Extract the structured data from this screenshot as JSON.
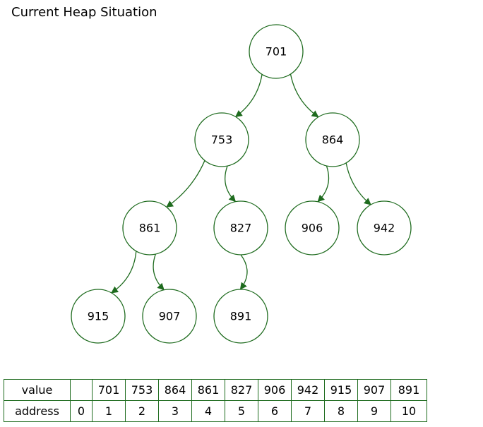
{
  "title": "Current Heap Situation",
  "colors": {
    "node_stroke": "#1e6b1e",
    "edge_stroke": "#1e6b1e",
    "table_border": "#1e6b1e"
  },
  "heap": {
    "nodes": [
      {
        "index": 1,
        "value": "701"
      },
      {
        "index": 2,
        "value": "753"
      },
      {
        "index": 3,
        "value": "864"
      },
      {
        "index": 4,
        "value": "861"
      },
      {
        "index": 5,
        "value": "827"
      },
      {
        "index": 6,
        "value": "906"
      },
      {
        "index": 7,
        "value": "942"
      },
      {
        "index": 8,
        "value": "915"
      },
      {
        "index": 9,
        "value": "907"
      },
      {
        "index": 10,
        "value": "891"
      }
    ],
    "edges": [
      {
        "from": 1,
        "to": 2
      },
      {
        "from": 1,
        "to": 3
      },
      {
        "from": 2,
        "to": 4
      },
      {
        "from": 2,
        "to": 5
      },
      {
        "from": 3,
        "to": 6
      },
      {
        "from": 3,
        "to": 7
      },
      {
        "from": 4,
        "to": 8
      },
      {
        "from": 4,
        "to": 9
      },
      {
        "from": 5,
        "to": 10
      }
    ]
  },
  "table": {
    "value_label": "value",
    "address_label": "address",
    "values": [
      "",
      "701",
      "753",
      "864",
      "861",
      "827",
      "906",
      "942",
      "915",
      "907",
      "891"
    ],
    "addresses": [
      "0",
      "1",
      "2",
      "3",
      "4",
      "5",
      "6",
      "7",
      "8",
      "9",
      "10"
    ]
  }
}
